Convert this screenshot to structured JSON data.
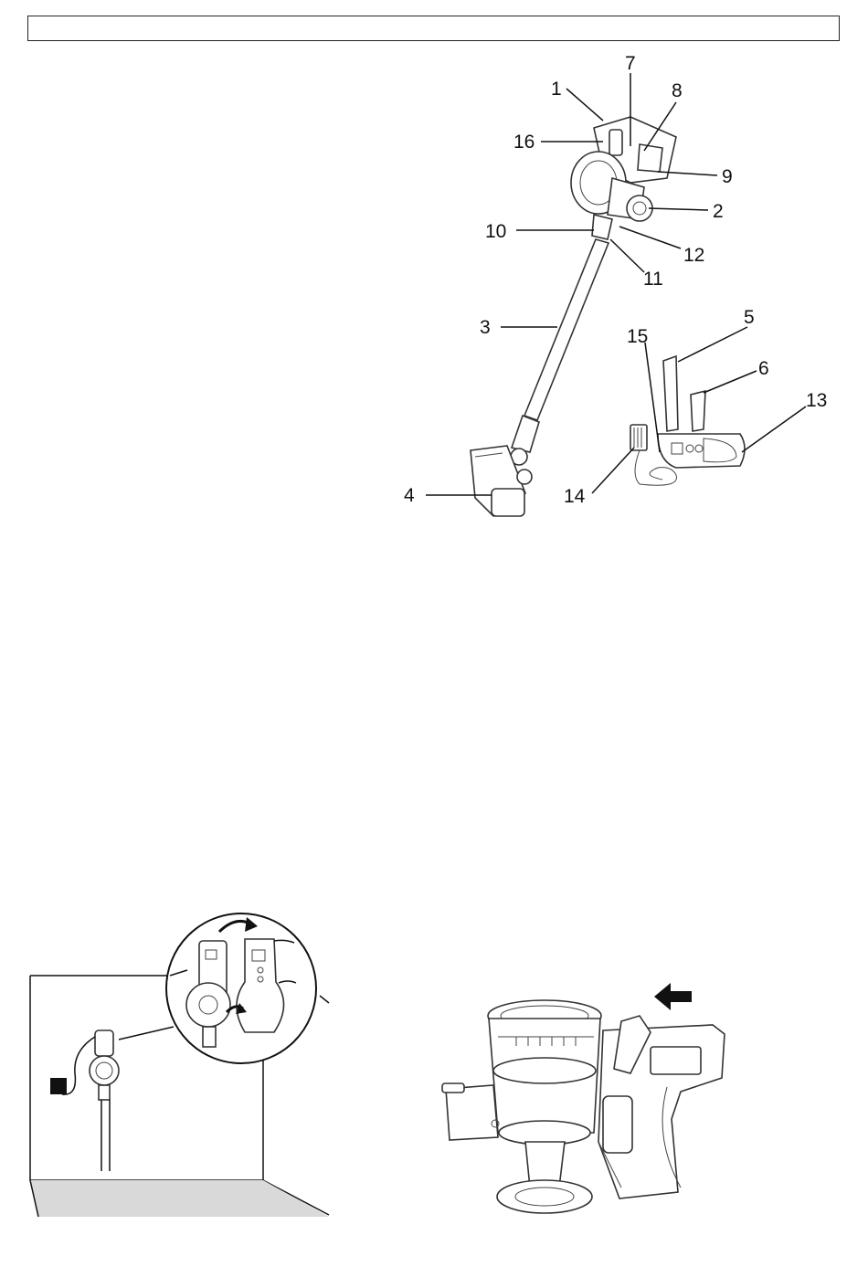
{
  "header": {
    "title": ""
  },
  "parts_diagram": {
    "callouts": [
      "1",
      "2",
      "3",
      "4",
      "5",
      "6",
      "7",
      "8",
      "9",
      "10",
      "11",
      "12",
      "13",
      "14",
      "15",
      "16"
    ]
  },
  "battery_illustration": {
    "arrow_icon": "arrow-left-icon"
  },
  "wall_mount_illustration": {
    "arrow_icon": "curved-arrow-icon"
  }
}
